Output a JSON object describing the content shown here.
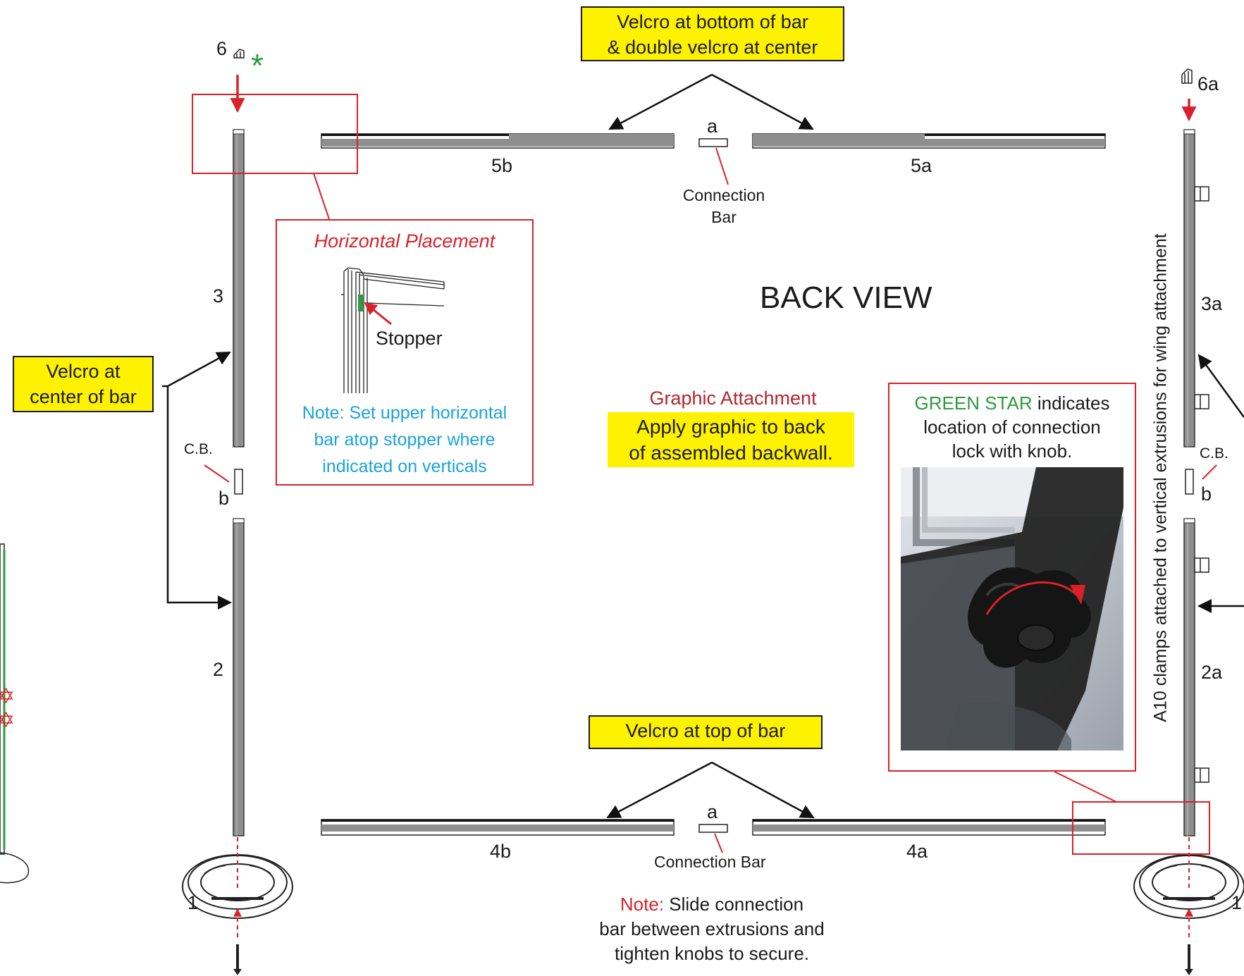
{
  "diagram": {
    "title": "BACK VIEW",
    "callouts": {
      "top_velcro": [
        "Velcro at bottom of bar",
        "& double velcro at center"
      ],
      "left_velcro": [
        "Velcro at",
        "center of bar"
      ],
      "bottom_velcro": "Velcro at top of bar"
    },
    "parts": {
      "top_left": "5b",
      "top_right": "5a",
      "bottom_left": "4b",
      "bottom_right": "4a",
      "left_upper": "3",
      "left_lower": "2",
      "right_upper": "3a",
      "right_lower": "2a",
      "left_cap": "6",
      "right_cap": "6a",
      "left_base": "1",
      "right_base": "1",
      "top_connector": "a",
      "bottom_connector": "a",
      "left_connector": "b",
      "right_connector": "b"
    },
    "labels": {
      "connection_bar_top": [
        "Connection",
        "Bar"
      ],
      "connection_bar_bottom": "Connection Bar",
      "cb_left": "C.B.",
      "cb_right": "C.B.",
      "stopper": "Stopper",
      "star": "*"
    },
    "horizontal_placement": {
      "title": "Horizontal Placement",
      "note": [
        "Note: Set upper horizontal",
        "bar atop stopper where",
        "indicated on verticals"
      ]
    },
    "graphic_attachment": {
      "title": "Graphic Attachment",
      "body": [
        "Apply graphic to back",
        "of assembled backwall."
      ]
    },
    "green_star_note": {
      "highlight": "GREEN STAR",
      "rest": " indicates",
      "lines": [
        "location of connection",
        "lock with knob."
      ]
    },
    "bottom_note": {
      "prefix": "Note:",
      "first_line_rest": " Slide connection",
      "lines": [
        "bar between extrusions and",
        "tighten knobs to secure."
      ]
    },
    "vertical_caption": "A10 clamps attached to vertical extrusions for wing attachment",
    "colors": {
      "accent_red": "#d8212a",
      "highlight_yellow": "#fff200",
      "green": "#2e9a3d",
      "blue": "#1aa3dc",
      "dark_red": "#b5252d",
      "bar_gray": "#8e8e8e"
    }
  }
}
